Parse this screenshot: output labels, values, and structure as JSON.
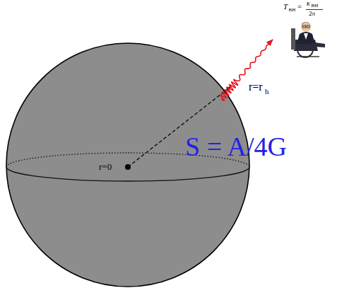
{
  "diagram": {
    "labels": [
      "T",
      "BH",
      "=",
      "κ",
      "BH",
      "2π",
      "r=r",
      "h",
      "S = A/4G",
      "r=0"
    ]
  }
}
